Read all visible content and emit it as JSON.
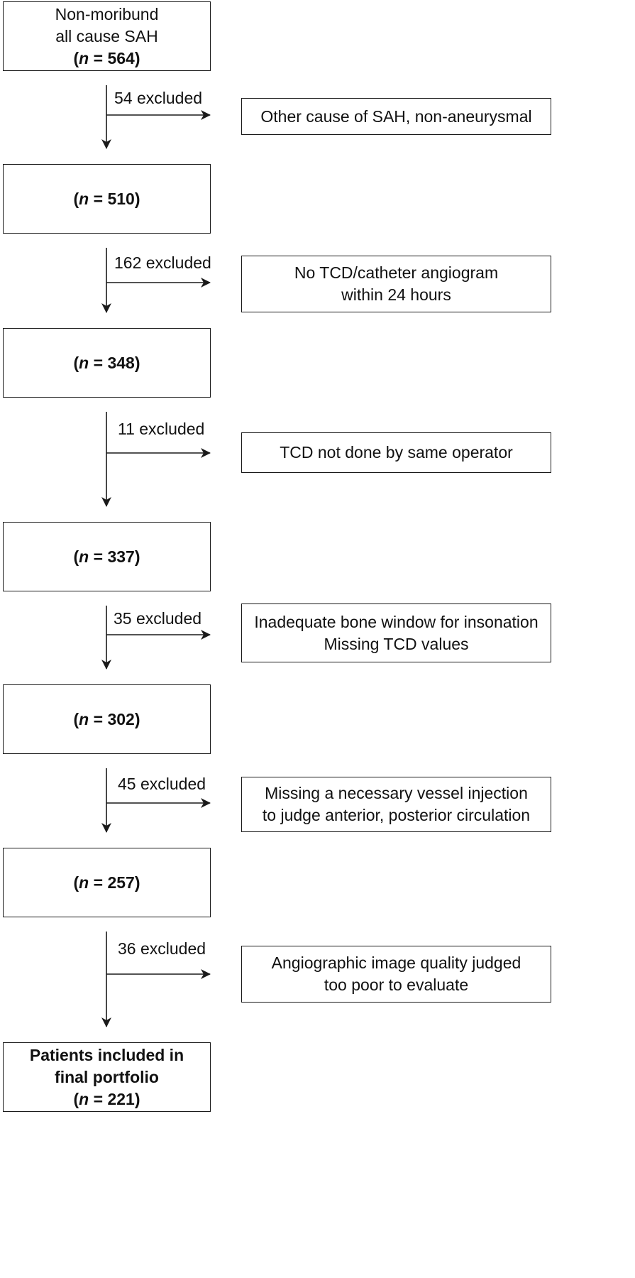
{
  "main_boxes": [
    {
      "lines": [
        "Non-moribund",
        "all cause SAH"
      ],
      "n": "564",
      "bold_lines": false
    },
    {
      "lines": [],
      "n": "510",
      "bold_lines": false
    },
    {
      "lines": [],
      "n": "348",
      "bold_lines": false
    },
    {
      "lines": [],
      "n": "337",
      "bold_lines": false
    },
    {
      "lines": [],
      "n": "302",
      "bold_lines": false
    },
    {
      "lines": [],
      "n": "257",
      "bold_lines": false
    },
    {
      "lines": [
        "Patients included in",
        "final portfolio"
      ],
      "n": "221",
      "bold_lines": true
    }
  ],
  "count_prefix": "(",
  "count_var": "n",
  "count_eq": " = ",
  "count_suffix": ")",
  "exclusions": [
    {
      "label": "54 excluded",
      "reason": [
        "Other cause of SAH, non-aneurysmal"
      ]
    },
    {
      "label": "162 excluded",
      "reason": [
        "No TCD/catheter angiogram",
        "within 24 hours"
      ]
    },
    {
      "label": "11 excluded",
      "reason": [
        "TCD not done by same operator"
      ]
    },
    {
      "label": "35 excluded",
      "reason": [
        "Inadequate bone window for insonation",
        "Missing TCD values"
      ]
    },
    {
      "label": "45 excluded",
      "reason": [
        "Missing a necessary vessel injection",
        "to judge anterior, posterior circulation"
      ]
    },
    {
      "label": "36 excluded",
      "reason": [
        "Angiographic image quality judged",
        "too poor to evaluate"
      ]
    }
  ]
}
